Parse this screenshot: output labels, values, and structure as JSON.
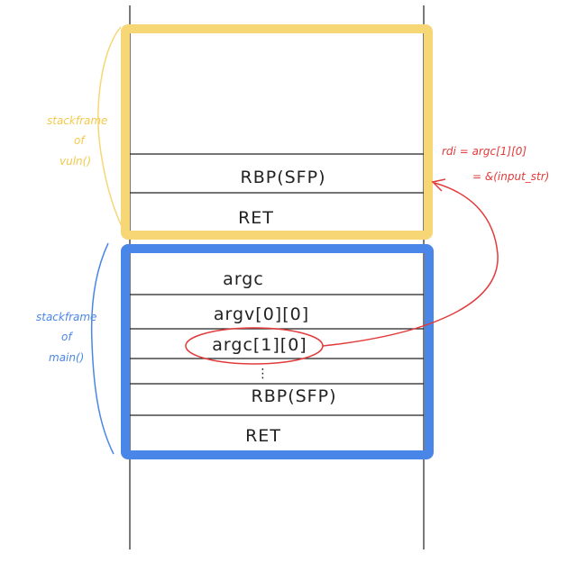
{
  "colors": {
    "vuln_frame": "#f7d676",
    "main_frame": "#4a86e8",
    "arrow": "#e23b3b",
    "vuln_label": "#f2c94c",
    "main_label": "#4a86e8",
    "ink": "#222222"
  },
  "vuln_frame": {
    "label_lines": [
      "stackframe",
      "of",
      "vuln()"
    ],
    "cells": [
      "RBP(SFP)",
      "RET"
    ]
  },
  "main_frame": {
    "label_lines": [
      "stackframe",
      "of",
      "main()"
    ],
    "cells": [
      "argc",
      "argv[0][0]",
      "argc[1][0]",
      "⋮",
      "RBP(SFP)",
      "RET"
    ]
  },
  "annotation": {
    "line1": "rdi = argc[1][0]",
    "line2": "= &(input_str)"
  }
}
